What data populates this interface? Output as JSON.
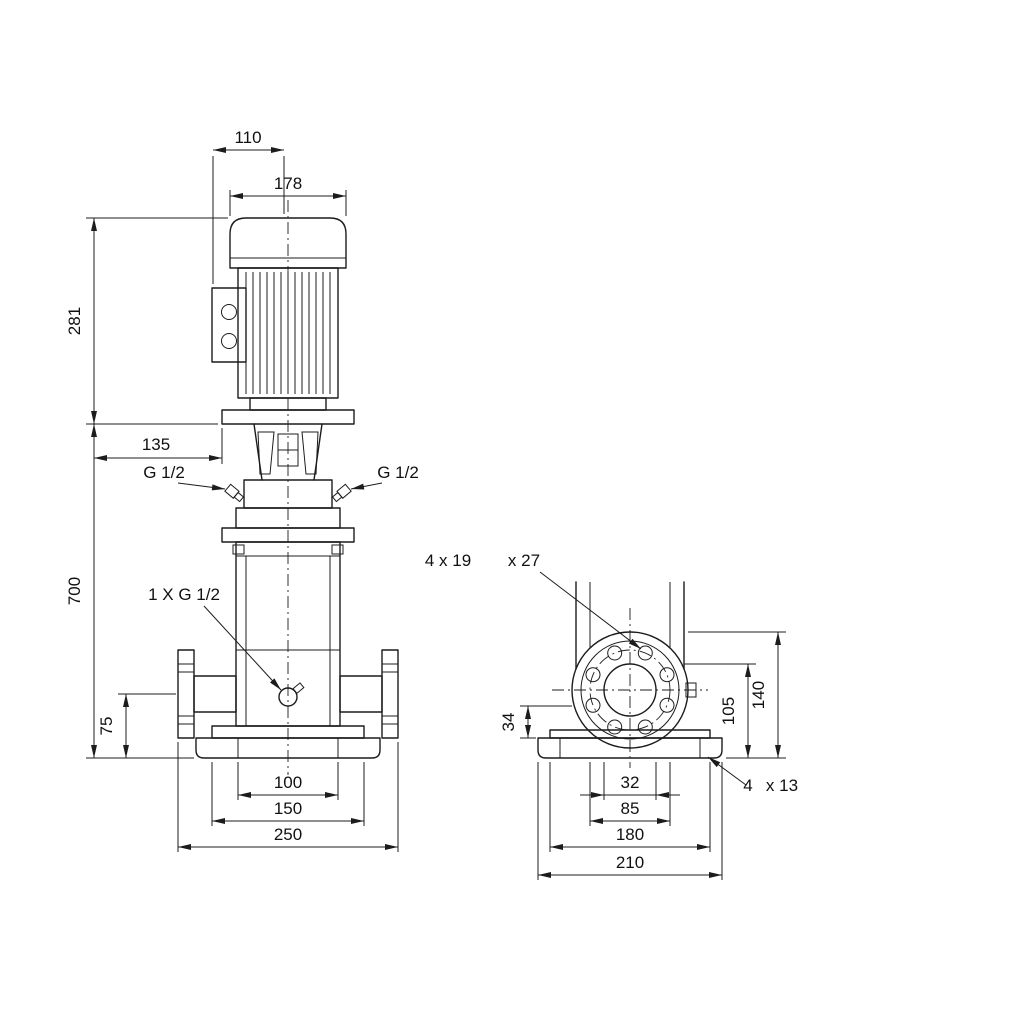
{
  "drawing": {
    "front_view": {
      "dim_110": "110",
      "dim_178": "178",
      "dim_281": "281",
      "dim_700": "700",
      "dim_135": "135",
      "port_plug_left": "G 1/2",
      "port_plug_right": "G 1/2",
      "drain_plug": "1 X G 1/2",
      "dim_75": "75",
      "dim_100": "100",
      "dim_150": "150",
      "dim_250": "250"
    },
    "end_view": {
      "flange_hole_note_a": "4 x 19",
      "flange_hole_note_b": "x 27",
      "dim_34": "34",
      "dim_105": "105",
      "dim_140": "140",
      "dim_32": "32",
      "dim_85": "85",
      "dim_180": "180",
      "dim_210": "210",
      "base_hole_note_a": "4",
      "base_hole_note_b": "x 13"
    }
  }
}
